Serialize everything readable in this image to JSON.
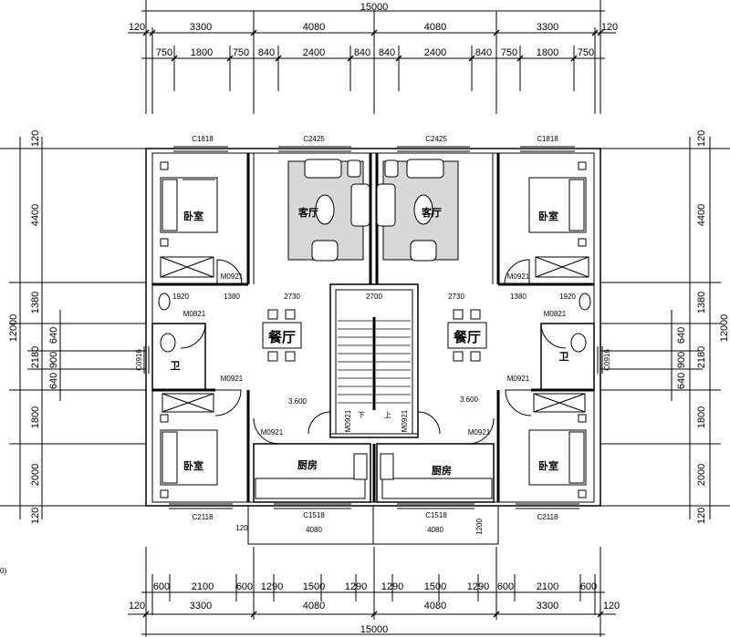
{
  "dims": {
    "top_total": "15000",
    "top_row1": [
      "120",
      "3300",
      "4080",
      "4080",
      "3300",
      "120"
    ],
    "top_row2": [
      "750",
      "1800",
      "750",
      "840",
      "2400",
      "840",
      "840",
      "2400",
      "840",
      "750",
      "1800",
      "750"
    ],
    "bottom_row1": [
      "600",
      "2100",
      "600",
      "1290",
      "1500",
      "1290",
      "1290",
      "1500",
      "1290",
      "600",
      "2100",
      "600"
    ],
    "bottom_row2": [
      "120",
      "3300",
      "4080",
      "4080",
      "3300",
      "120"
    ],
    "bottom_total": "15000",
    "left_total": "12000",
    "right_total": "12000",
    "side_outer": [
      "120",
      "4400",
      "1380",
      "2180",
      "1800",
      "2000",
      "120"
    ],
    "side_inner": [
      "640",
      "900",
      "640"
    ],
    "porch_4080_left": "4080",
    "porch_4080_right": "4080",
    "porch_120": "120",
    "porch_1200": "1200",
    "corridor": [
      "1920",
      "1380",
      "2730",
      "2700",
      "2730",
      "1380",
      "1920"
    ]
  },
  "windows": {
    "c1818_left": "C1818",
    "c2425_left": "C2425",
    "c2425_right": "C2425",
    "c1818_right": "C1818",
    "c2118_left": "C2118",
    "c1518_left": "C1518",
    "c1518_right": "C1518",
    "c2118_right": "C2118",
    "c0916_left": "C0916",
    "c0916_right": "C0916"
  },
  "doors": {
    "m0921_bed1_l": "M0921",
    "m0921_bed1_r": "M0921",
    "m0821_l": "M0821",
    "m0821_r": "M0821",
    "m0921_bath_l": "M0921",
    "m0921_bath_r": "M0921",
    "m0921_kit_l": "M0921",
    "m0921_kit_r": "M0921",
    "m0921_stair_l": "M0921",
    "m0921_stair_r": "M0921"
  },
  "rooms": {
    "bedroom": "卧室",
    "living": "客厅",
    "dining": "餐厅",
    "bath": "卫",
    "kitchen": "厨房",
    "stair_down": "下",
    "stair_up": "上"
  },
  "levels": {
    "left": "3.600",
    "right": "3.600"
  },
  "fragment": "0)"
}
